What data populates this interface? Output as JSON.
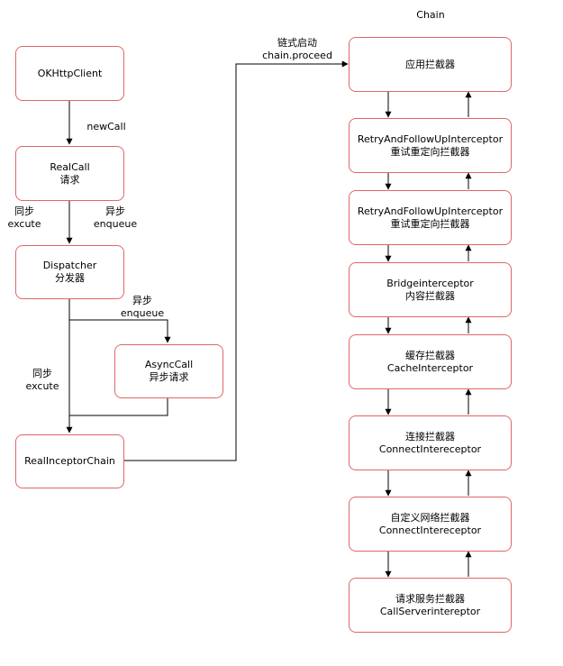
{
  "chain_title": "Chain",
  "left_nodes": {
    "okhttpclient": [
      "OKHttpClient"
    ],
    "realcall": [
      "RealCall",
      "请求"
    ],
    "dispatcher": [
      "Dispatcher",
      "分发器"
    ],
    "asynccall": [
      "AsyncCall",
      "异步请求"
    ],
    "realinterceptorchain": [
      "RealInceptorChain"
    ]
  },
  "edge_labels": {
    "newcall": [
      "newCall"
    ],
    "sync_1": [
      "同步",
      "excute"
    ],
    "async_1": [
      "异步",
      "enqueue"
    ],
    "async_2": [
      "异步",
      "enqueue"
    ],
    "sync_2": [
      "同步",
      "excute"
    ],
    "chain_proceed": [
      "链式启动",
      "chain.proceed"
    ]
  },
  "chain_nodes": [
    [
      "应用拦截器"
    ],
    [
      "RetryAndFollowUpInterceptor",
      "重试重定向拦截器"
    ],
    [
      "RetryAndFollowUpInterceptor",
      "重试重定向拦截器"
    ],
    [
      "Bridgeinterceptor",
      "内容拦截器"
    ],
    [
      "缓存拦截器",
      "CacheInterceptor"
    ],
    [
      "连接拦截器",
      "ConnectIntereceptor"
    ],
    [
      "自定义网络拦截器",
      "ConnectIntereceptor"
    ],
    [
      "请求服务拦截器",
      "CallServerintereptor"
    ]
  ],
  "colors": {
    "node_border": "#e06666",
    "edge": "#000000"
  }
}
